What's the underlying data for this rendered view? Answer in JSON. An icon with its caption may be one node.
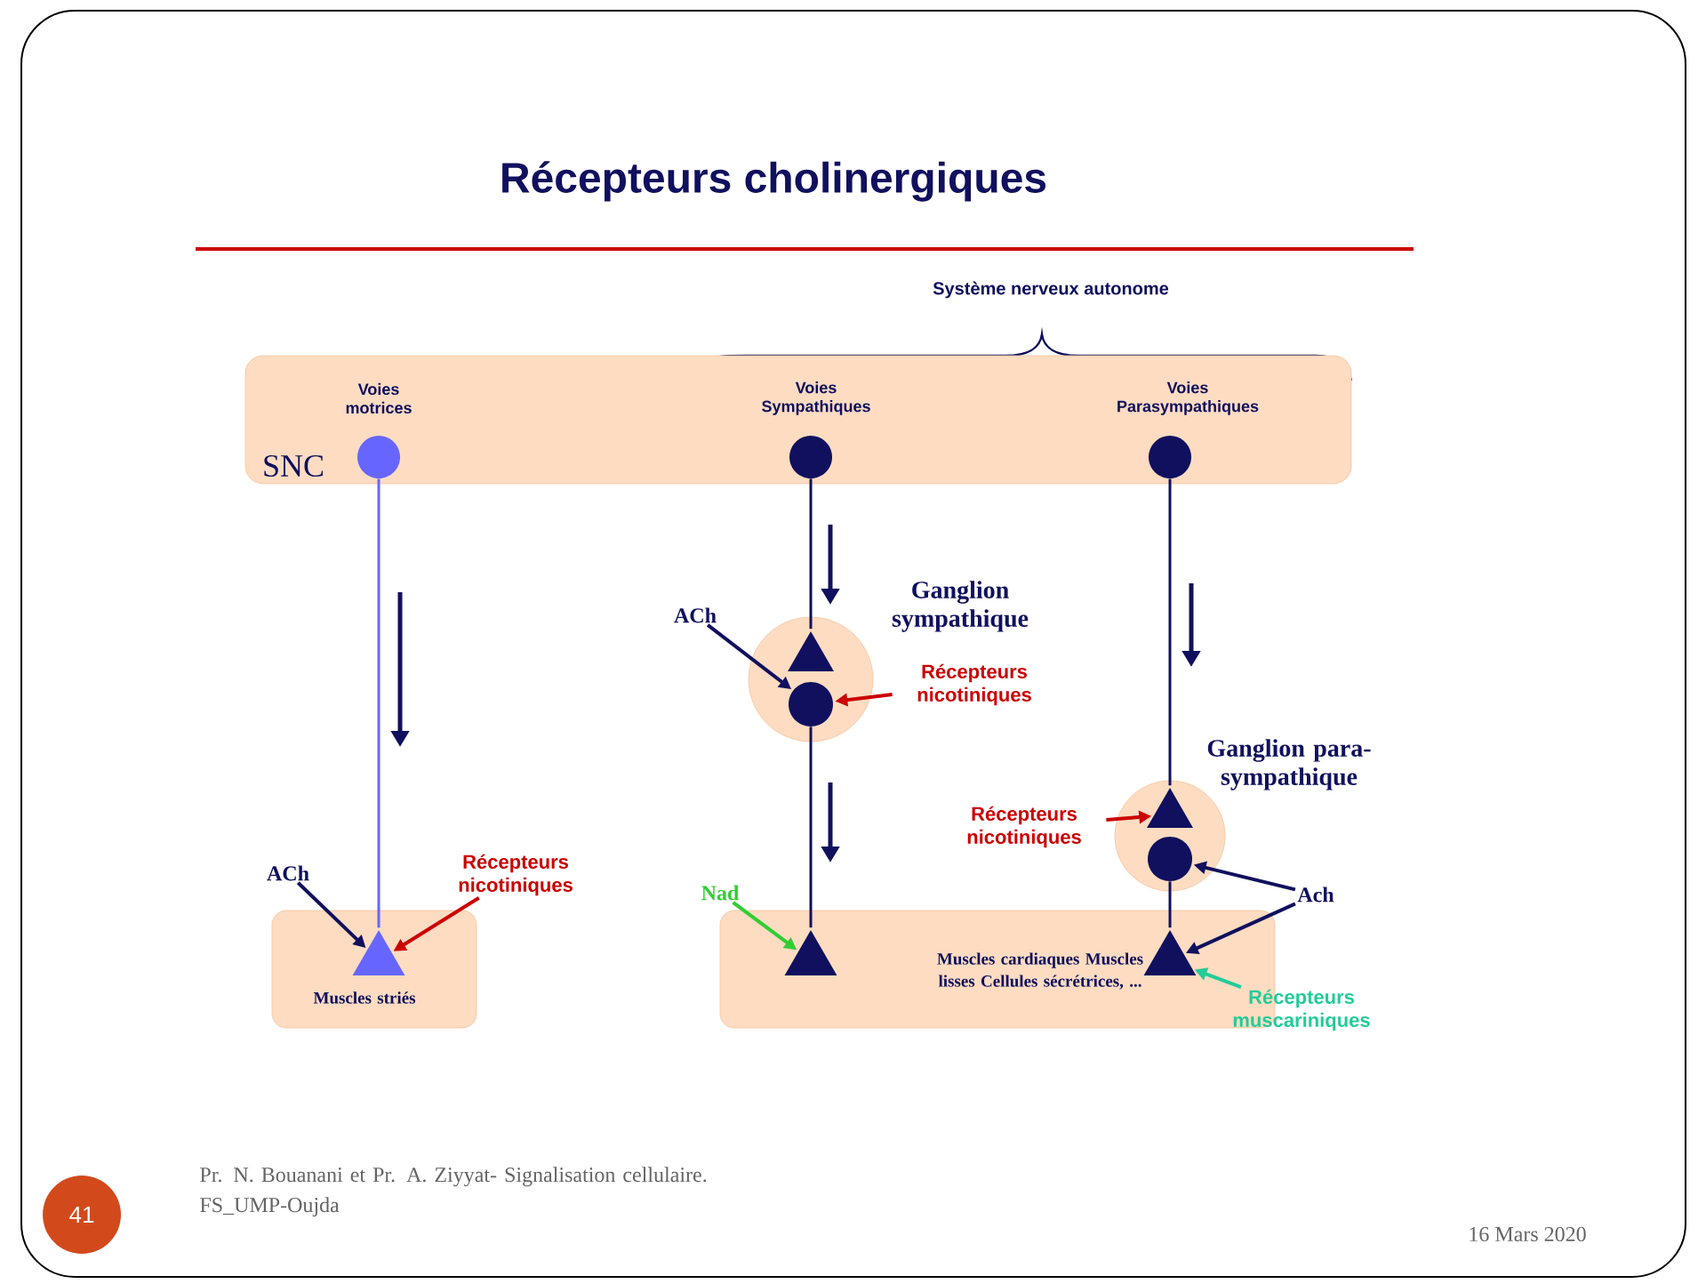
{
  "diagram": {
    "title": "Récepteurs cholinergiques",
    "nodes": [
      {
        "text": [
          "SNC"
        ]
      },
      {
        "text": [],
        "shape": "circle",
        "in": 0,
        "beside": [
          "Voies motrices"
        ]
      },
      {
        "text": [],
        "shape": "circle",
        "in": 0,
        "beside": [
          "Voies Sympathiques"
        ]
      },
      {
        "text": [],
        "shape": "circle",
        "in": 0,
        "beside": [
          "Voies Parasympathiques"
        ]
      },
      {
        "text": [
          "Ganglion sympathique"
        ]
      },
      {
        "text": [],
        "shape": "triangle",
        "in": 4
      },
      {
        "text": [],
        "shape": "circle",
        "in": 4
      },
      {
        "text": [
          "Ganglion para-sympathique"
        ]
      },
      {
        "text": [],
        "shape": "triangle",
        "in": 7
      },
      {
        "text": [],
        "shape": "circle",
        "in": 7
      },
      {
        "text": [
          "Muscles striés"
        ]
      },
      {
        "text": [],
        "shape": "triangle",
        "in": 10
      },
      {
        "text": [
          "Muscles cardiaques Muscles lisses Cellules sécrétrices, ..."
        ]
      },
      {
        "text": [],
        "shape": "triangle",
        "in": 12
      },
      {
        "text": [],
        "shape": "triangle",
        "in": 12
      },
      {
        "text": [
          "ACh"
        ]
      },
      {
        "text": [
          "Récepteurs nicotiniques"
        ]
      },
      {
        "text": [
          "ACh"
        ]
      },
      {
        "text": [
          "Récepteurs nicotiniques"
        ]
      },
      {
        "text": [
          "Nad"
        ]
      },
      {
        "text": [
          "Récepteurs nicotiniques"
        ]
      },
      {
        "text": [
          "Ach"
        ]
      },
      {
        "text": [
          "Récepteurs muscariniques"
        ]
      },
      {
        "text": [
          "41"
        ]
      }
    ],
    "edges": [
      {
        "from": 1,
        "to": 11,
        "arrow": "none",
        "color": "#6666ff"
      },
      {
        "from": 2,
        "to": 5,
        "arrow": "none"
      },
      {
        "from": 6,
        "to": 13,
        "arrow": "none"
      },
      {
        "from": 3,
        "to": 8,
        "arrow": "none"
      },
      {
        "from": 9,
        "to": 14,
        "arrow": "none"
      },
      {
        "from": 15,
        "to": 11,
        "arrow": "to"
      },
      {
        "from": 16,
        "to": 11,
        "arrow": "to",
        "color": "#cc0000"
      },
      {
        "from": 17,
        "to": 6,
        "arrow": "to"
      },
      {
        "from": 18,
        "to": 6,
        "arrow": "to",
        "color": "#cc0000"
      },
      {
        "from": 19,
        "to": 13,
        "arrow": "to",
        "color": "#33cc33"
      },
      {
        "from": 20,
        "to": 8,
        "arrow": "to",
        "color": "#cc0000"
      },
      {
        "from": 21,
        "to": 9,
        "arrow": "to"
      },
      {
        "from": 21,
        "to": 14,
        "arrow": "to"
      },
      {
        "from": 22,
        "to": 14,
        "arrow": "to",
        "color": "#22cc99"
      }
    ],
    "labels": [
      "Système nerveux autonome",
      "Pr. N. Bouanani et Pr. A. Ziyyat- Signalisation cellulaire. FS_UMP-Oujda",
      "16 Mars 2020"
    ]
  }
}
